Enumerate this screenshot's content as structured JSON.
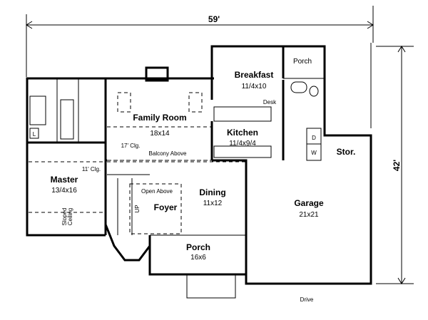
{
  "dimensions": {
    "width": "59'",
    "depth": "42'"
  },
  "rooms": {
    "breakfast": {
      "name": "Breakfast",
      "size": "11/4x10"
    },
    "porch_back": {
      "name": "Porch"
    },
    "desk": "Desk",
    "family": {
      "name": "Family Room",
      "size": "18x14",
      "ceiling": "17' Clg.",
      "note": "Balcony Above"
    },
    "kitchen": {
      "name": "Kitchen",
      "size": "11/4x9/4"
    },
    "storage": "Stor.",
    "master": {
      "name": "Master",
      "size": "13/4x16",
      "ceiling": "11' Clg.",
      "note1": "Sloped",
      "note2": "Ceiling"
    },
    "open_above": "Open Above",
    "dining": {
      "name": "Dining",
      "size": "11x12"
    },
    "foyer": "Foyer",
    "stairs": "UP",
    "garage": {
      "name": "Garage",
      "size": "21x21"
    },
    "porch_front": {
      "name": "Porch",
      "size": "16x6"
    },
    "drive": "Drive",
    "dryer": "D",
    "washer": "W",
    "linen": "L"
  }
}
